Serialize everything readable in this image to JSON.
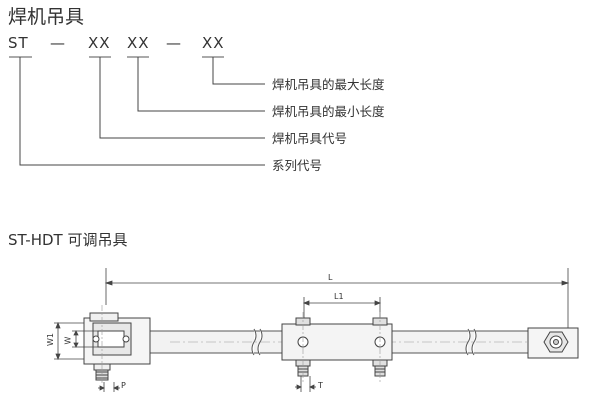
{
  "title": "焊机吊具",
  "code": {
    "part1": "ST",
    "dash1": "—",
    "part2": "XX",
    "part3": "XX",
    "dash2": "—",
    "part4": "XX"
  },
  "legend": [
    "焊机吊具的最大长度",
    "焊机吊具的最小长度",
    "焊机吊具代号",
    "系列代号"
  ],
  "subtitle": "ST-HDT 可调吊具",
  "dims": {
    "L": "L",
    "L1": "L1",
    "W1": "W1",
    "W": "W",
    "P": "P",
    "T": "T"
  }
}
